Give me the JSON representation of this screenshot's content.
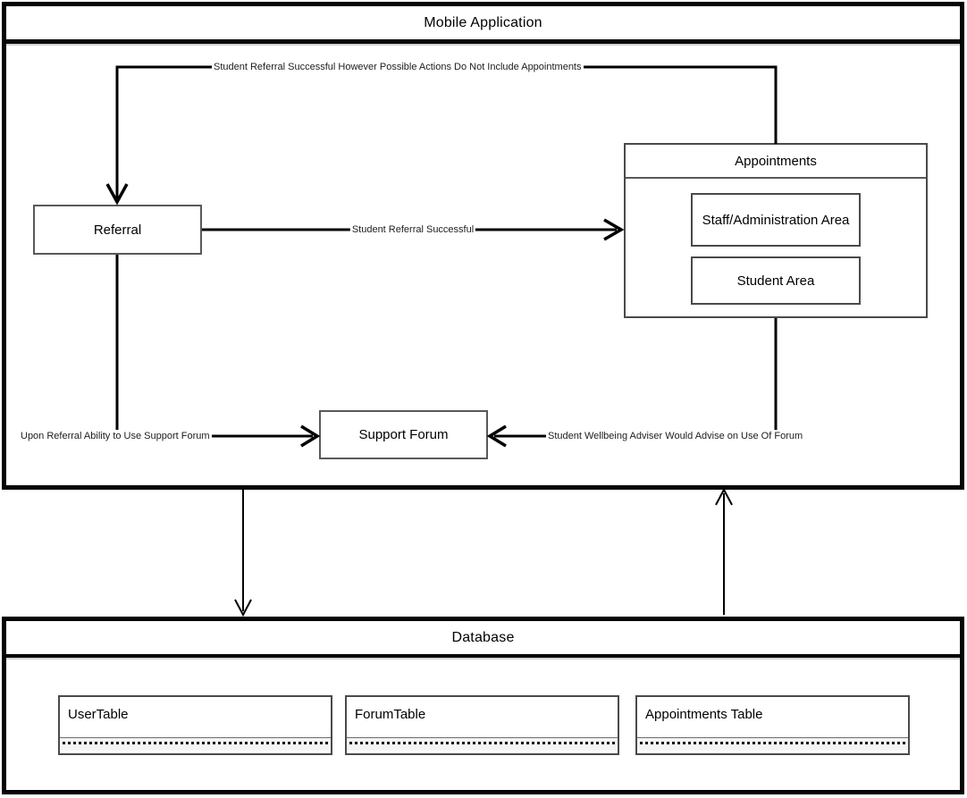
{
  "diagram": {
    "mobile_app": {
      "title": "Mobile Application"
    },
    "nodes": {
      "referral": "Referral",
      "appointments": "Appointments",
      "staff_area": "Staff/Administration Area",
      "student_area": "Student Area",
      "support_forum": "Support Forum"
    },
    "edges": {
      "loop_label": "Student Referral Successful However Possible Actions Do Not Include Appointments",
      "referral_success": "Student Referral Successful",
      "upon_referral": "Upon Referral Ability to Use Support Forum",
      "wellbeing_adviser": "Student Wellbeing Adviser Would Advise on Use Of Forum"
    },
    "database": {
      "title": "Database",
      "tables": [
        "UserTable",
        "ForumTable",
        "Appointments Table"
      ]
    },
    "colors": {
      "line": "#000000",
      "border_thick": "#050505",
      "border_thin": "#4a4a4a",
      "background": "#ffffff"
    }
  }
}
